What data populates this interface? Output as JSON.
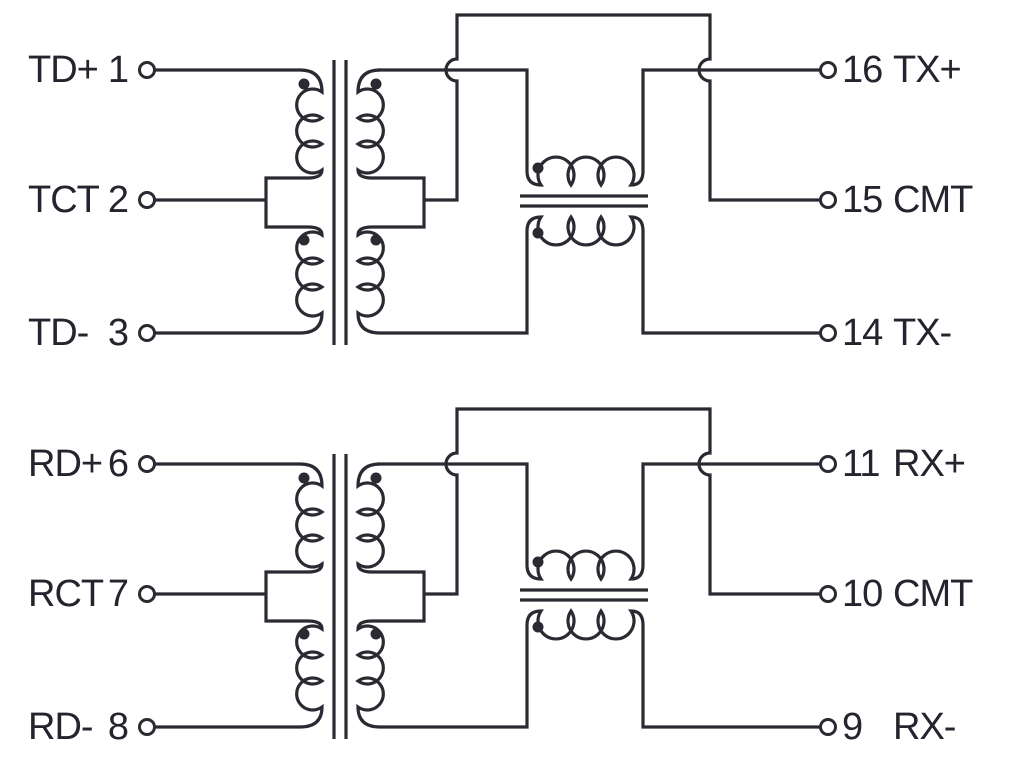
{
  "background_color": "#ffffff",
  "line_color": "#2b2a32",
  "text_color": "#25242e",
  "icons": {
    "terminal": "open-circle",
    "polarity_dot": "filled-circle",
    "crossover_hop": "semicircle-arc",
    "transformer_core": "double-parallel-lines",
    "choke_core": "double-parallel-lines"
  },
  "circuits": [
    {
      "id": "transmit",
      "left_pins": [
        {
          "label": "TD+",
          "number": "1"
        },
        {
          "label": "TCT",
          "number": "2"
        },
        {
          "label": "TD-",
          "number": "3"
        }
      ],
      "right_pins": [
        {
          "number": "16",
          "label": "TX+"
        },
        {
          "number": "15",
          "label": "CMT"
        },
        {
          "number": "14",
          "label": "TX-"
        }
      ]
    },
    {
      "id": "receive",
      "left_pins": [
        {
          "label": "RD+",
          "number": "6"
        },
        {
          "label": "RCT",
          "number": "7"
        },
        {
          "label": "RD-",
          "number": "8"
        }
      ],
      "right_pins": [
        {
          "number": "11",
          "label": "RX+"
        },
        {
          "number": "10",
          "label": "CMT"
        },
        {
          "number": "9",
          "label": "RX-"
        }
      ]
    }
  ]
}
